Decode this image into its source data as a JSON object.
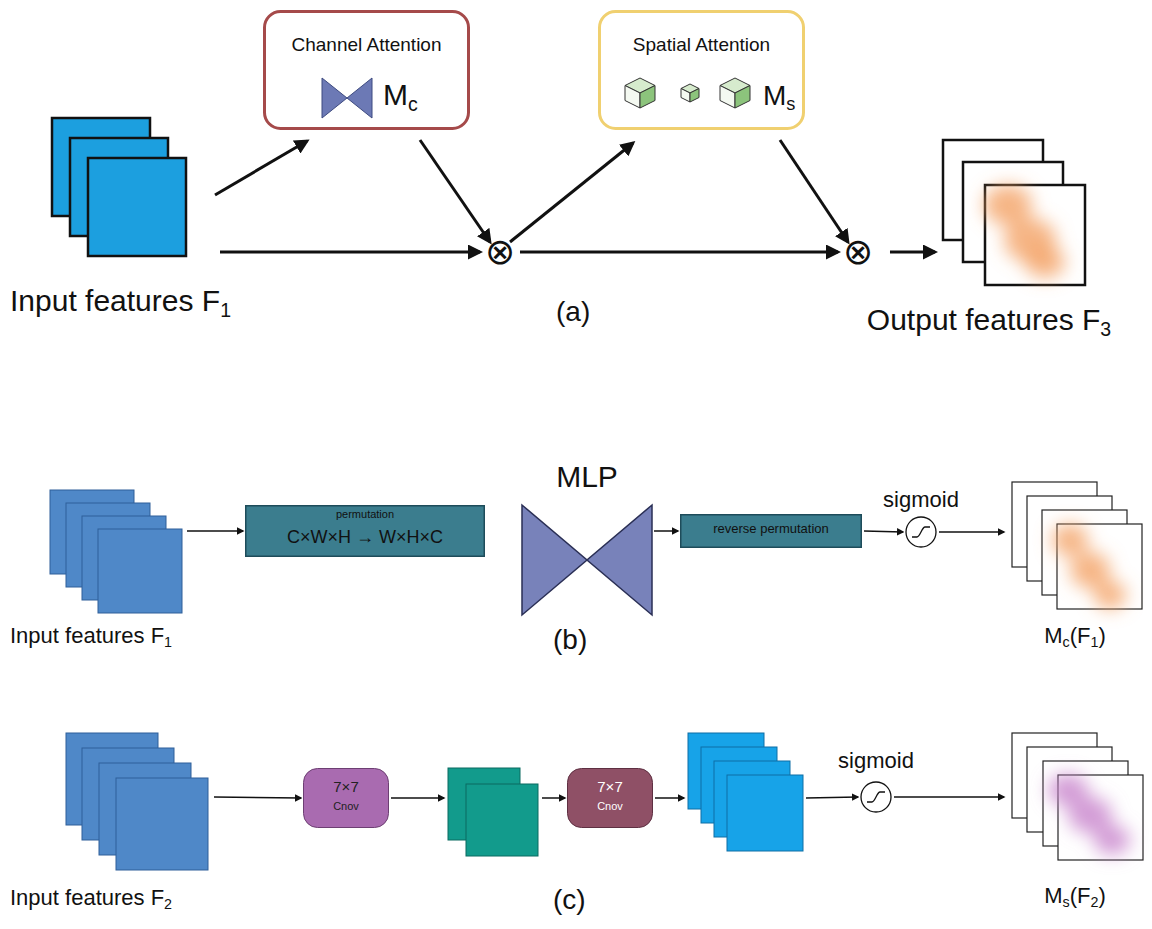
{
  "diagram": {
    "nodes": [
      {
        "text": [
          "Input features F",
          "1"
        ]
      },
      {
        "text": [
          "Channel Attention",
          "M",
          "c"
        ]
      },
      {
        "text": [
          "⊗"
        ]
      },
      {
        "text": [
          "Spatial Attention",
          "M",
          "s"
        ]
      },
      {
        "text": [
          "⊗"
        ]
      },
      {
        "text": [
          "Output features F",
          "3"
        ]
      },
      {
        "text": [
          "Input features F",
          "1"
        ]
      },
      {
        "text": [
          "permutation",
          "C×W×H → W×H×C"
        ]
      },
      {
        "text": [
          "MLP"
        ]
      },
      {
        "text": [
          "reverse permutation"
        ]
      },
      {
        "text": [
          "sigmoid"
        ]
      },
      {
        "text": [
          "M",
          "c",
          "(F",
          "1",
          ")"
        ]
      },
      {
        "text": [
          "Input features F",
          "2"
        ]
      },
      {
        "text": [
          "7×7",
          "Cnov"
        ]
      },
      {
        "text": []
      },
      {
        "text": [
          "7×7",
          "Cnov"
        ]
      },
      {
        "text": []
      },
      {
        "text": [
          "sigmoid"
        ]
      },
      {
        "text": [
          "M",
          "s",
          "(F",
          "2",
          ")"
        ]
      }
    ],
    "edges": [
      {
        "from": 0,
        "to": 1,
        "arrow": "to"
      },
      {
        "from": 0,
        "to": 2,
        "arrow": "to"
      },
      {
        "from": 1,
        "to": 2,
        "arrow": "to"
      },
      {
        "from": 2,
        "to": 3,
        "arrow": "to"
      },
      {
        "from": 2,
        "to": 4,
        "arrow": "to"
      },
      {
        "from": 3,
        "to": 4,
        "arrow": "to"
      },
      {
        "from": 4,
        "to": 5,
        "arrow": "to"
      },
      {
        "from": 6,
        "to": 7,
        "arrow": "to"
      },
      {
        "from": 8,
        "to": 9,
        "arrow": "to"
      },
      {
        "from": 9,
        "to": 10,
        "arrow": "to"
      },
      {
        "from": 10,
        "to": 11,
        "arrow": "to"
      },
      {
        "from": 12,
        "to": 13,
        "arrow": "to"
      },
      {
        "from": 13,
        "to": 14,
        "arrow": "to"
      },
      {
        "from": 14,
        "to": 15,
        "arrow": "to"
      },
      {
        "from": 15,
        "to": 16,
        "arrow": "to"
      },
      {
        "from": 16,
        "to": 17,
        "arrow": "to"
      },
      {
        "from": 17,
        "to": 18,
        "arrow": "to"
      }
    ],
    "labels": [
      "(a)",
      "(b)",
      "(c)"
    ]
  }
}
